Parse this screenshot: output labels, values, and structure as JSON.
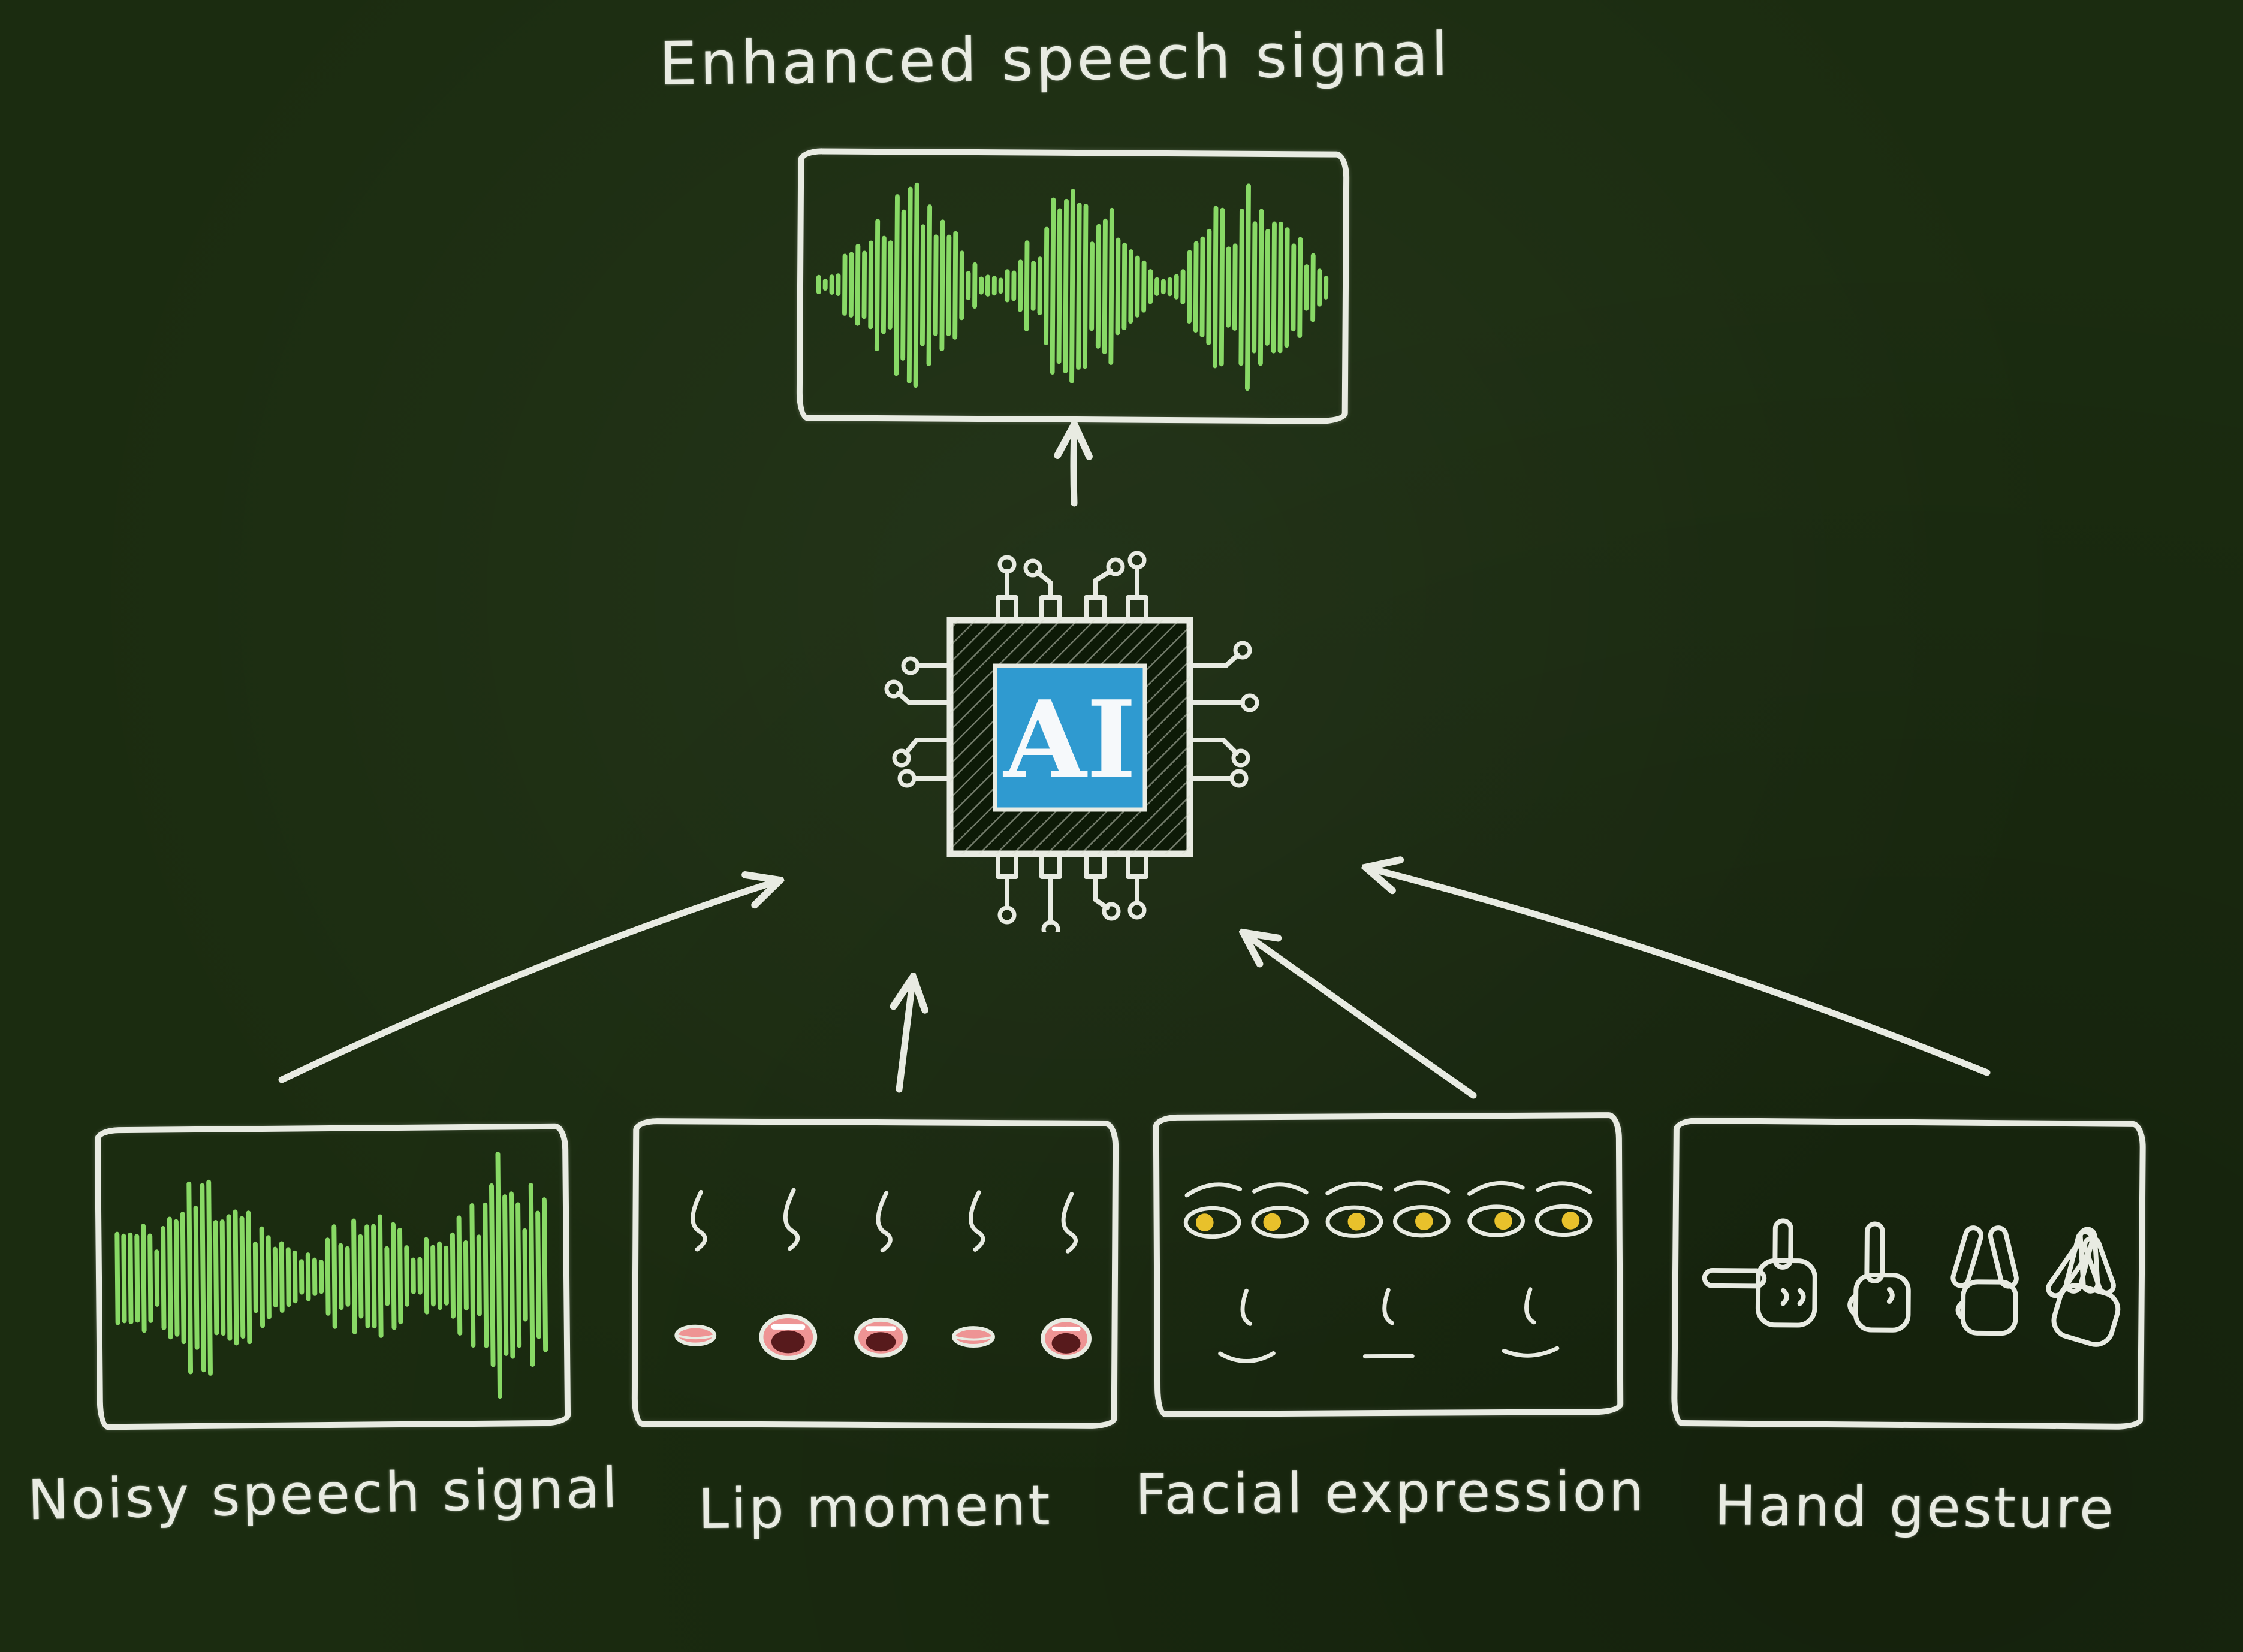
{
  "colors": {
    "background": "#1b2c10",
    "chalk": "#e8ebe2",
    "waveform": "#8ee36a",
    "chip-blue": "#2f9ad0",
    "lips": "#ee9494",
    "mouth-inner": "#571a1c",
    "iris": "#e8c12b"
  },
  "output": {
    "label": "Enhanced speech signal"
  },
  "chip": {
    "label": "AI"
  },
  "input_panels": [
    {
      "id": "noisy-speech",
      "label": "Noisy speech signal",
      "content": "waveform"
    },
    {
      "id": "lip-moment",
      "label": "Lip moment",
      "content": "mouth-sketches"
    },
    {
      "id": "facial-expression",
      "label": "Facial expression",
      "content": "eyes-and-faces-sketches"
    },
    {
      "id": "hand-gesture",
      "label": "Hand gesture",
      "content": "hand-sketches"
    }
  ]
}
